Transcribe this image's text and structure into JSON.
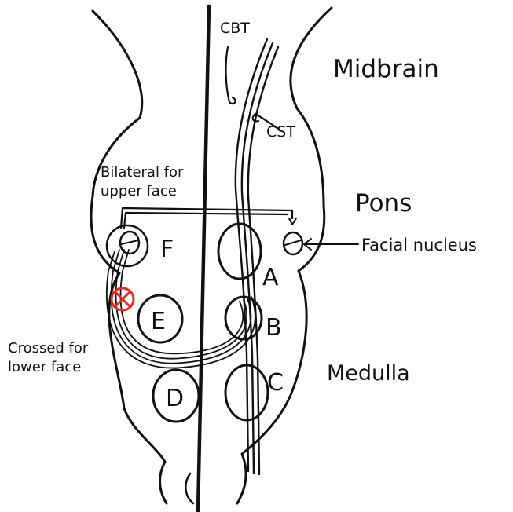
{
  "labels": {
    "midbrain": "Midbrain",
    "pons": "Pons",
    "medulla": "Medulla",
    "cbt": "CBT",
    "cst": "CST",
    "facial_nucleus": "Facial nucleus",
    "bilateral_line1": "Bilateral for",
    "bilateral_line2": "upper face",
    "crossed_line1": "Crossed for",
    "crossed_line2": "lower face"
  },
  "sites": {
    "a": "A",
    "b": "B",
    "c": "C",
    "d": "D",
    "e": "E",
    "f": "F"
  },
  "colors": {
    "ink": "#111111",
    "lesion": "#d9302c"
  },
  "lesion_icon": "crossed-circle-icon"
}
